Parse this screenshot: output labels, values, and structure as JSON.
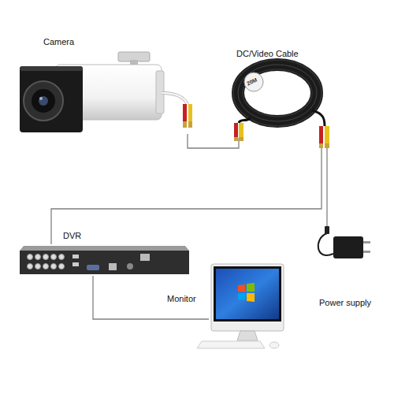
{
  "diagram": {
    "nodes": [
      {
        "text": [
          "Camera"
        ]
      },
      {
        "text": [
          "DC/Video Cable"
        ]
      },
      {
        "text": [
          "DVR"
        ]
      },
      {
        "text": [
          "Monitor"
        ]
      },
      {
        "text": [
          "Power supply"
        ]
      }
    ],
    "edges": [
      {
        "from": 0,
        "to": 1,
        "arrow": "none"
      },
      {
        "from": 1,
        "to": 2,
        "arrow": "none"
      },
      {
        "from": 1,
        "to": 4,
        "arrow": "none"
      },
      {
        "from": 2,
        "to": 3,
        "arrow": "none"
      }
    ],
    "labels": [
      "20M"
    ]
  }
}
